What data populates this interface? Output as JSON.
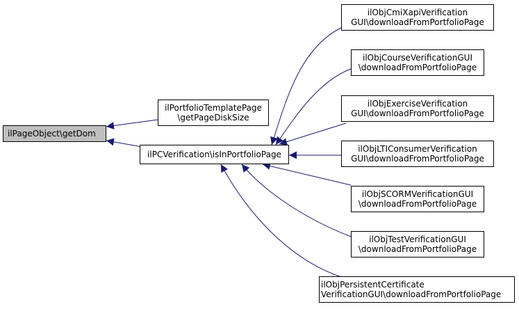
{
  "colors": {
    "edge": "#191970",
    "root_fill": "#bfbfbf",
    "node_fill": "#ffffff"
  },
  "nodes": {
    "root": {
      "line1": "ilPageObject\\getDom"
    },
    "portfolio_template": {
      "line1": "ilPortfolioTemplatePage",
      "line2": "\\getPageDiskSize"
    },
    "pc_verification": {
      "line1": "ilPCVerification\\isInPortfolioPage"
    },
    "cmi_xapi": {
      "line1": "ilObjCmiXapiVerification",
      "line2": "GUI\\downloadFromPortfolioPage"
    },
    "course": {
      "line1": "ilObjCourseVerificationGUI",
      "line2": "\\downloadFromPortfolioPage"
    },
    "exercise": {
      "line1": "ilObjExerciseVerification",
      "line2": "GUI\\downloadFromPortfolioPage"
    },
    "lti": {
      "line1": "ilObjLTIConsumerVerification",
      "line2": "GUI\\downloadFromPortfolioPage"
    },
    "scorm": {
      "line1": "ilObjSCORMVerificationGUI",
      "line2": "\\downloadFromPortfolioPage"
    },
    "test": {
      "line1": "ilObjTestVerificationGUI",
      "line2": "\\downloadFromPortfolioPage"
    },
    "persistent_certificate": {
      "line1": "ilObjPersistentCertificate",
      "line2": "VerificationGUI\\downloadFromPortfolioPage"
    }
  }
}
